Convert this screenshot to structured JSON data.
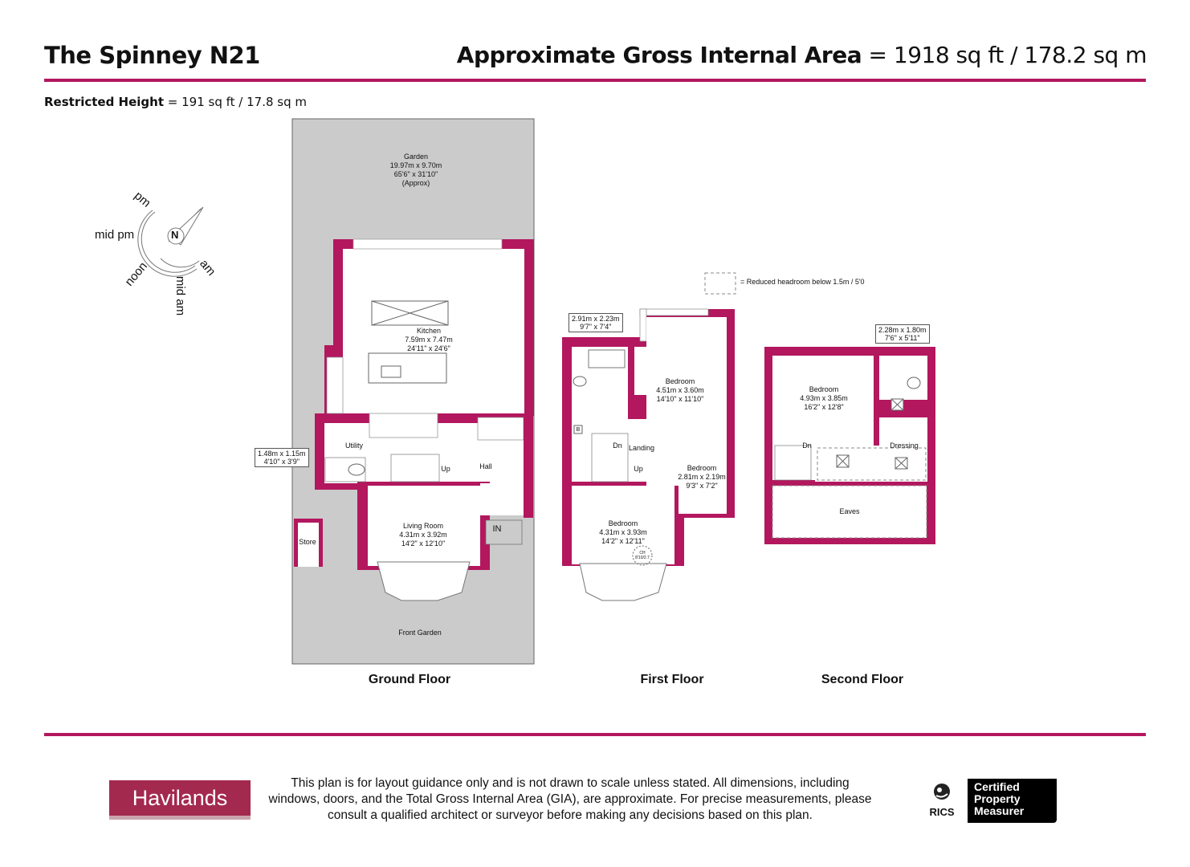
{
  "header": {
    "title": "The Spinney N21",
    "gia_label": "Approximate Gross Internal Area",
    "gia_value": " = 1918 sq ft / 178.2 sq m",
    "restricted_label": "Restricted Height",
    "restricted_value": " = 191 sq ft / 17.8 sq m"
  },
  "colors": {
    "wall": "#b3175e",
    "garden": "#cbcbcb",
    "brand": "#a3294f"
  },
  "compass": {
    "north": "N",
    "labels": [
      "pm",
      "mid pm",
      "noon",
      "mid am",
      "am"
    ]
  },
  "legend": {
    "text": "= Reduced headroom below 1.5m / 5'0"
  },
  "ground_floor": {
    "name": "Ground Floor",
    "garden": {
      "name": "Garden",
      "metric": "19.97m x 9.70m",
      "imperial": "65'6\" x 31'10\"",
      "note": "(Approx)"
    },
    "kitchen": {
      "name": "Kitchen",
      "metric": "7.59m x 7.47m",
      "imperial": "24'11\" x 24'6\""
    },
    "utility": {
      "name": "Utility"
    },
    "wc_dims": {
      "metric": "1.48m x 1.15m",
      "imperial": "4'10\" x 3'9\""
    },
    "hall": {
      "name": "Hall"
    },
    "stairs_up": "Up",
    "living": {
      "name": "Living Room",
      "metric": "4.31m x 3.92m",
      "imperial": "14'2\" x 12'10\""
    },
    "store": {
      "name": "Store"
    },
    "entrance": "IN",
    "front_garden": {
      "name": "Front Garden"
    }
  },
  "first_floor": {
    "name": "First Floor",
    "bath_dims": {
      "metric": "2.91m x 2.23m",
      "imperial": "9'7\" x 7'4\""
    },
    "bedroom_rear": {
      "name": "Bedroom",
      "metric": "4.51m x 3.60m",
      "imperial": "14'10\" x 11'10\""
    },
    "landing": {
      "name": "Landing"
    },
    "stairs_down": "Dn",
    "stairs_up": "Up",
    "boiler": "B",
    "bedroom_small": {
      "name": "Bedroom",
      "metric": "2.81m x 2.19m",
      "imperial": "9'3\" x 7'2\""
    },
    "bedroom_front": {
      "name": "Bedroom",
      "metric": "4.31m x 3.93m",
      "imperial": "14'2\" x 12'11\""
    },
    "ceiling_height": {
      "label": "CH",
      "value": "8'10/2.7"
    }
  },
  "second_floor": {
    "name": "Second Floor",
    "ensuite_dims": {
      "metric": "2.28m x 1.80m",
      "imperial": "7'6\" x 5'11\""
    },
    "bedroom": {
      "name": "Bedroom",
      "metric": "4.93m x 3.85m",
      "imperial": "16'2\" x 12'8\""
    },
    "stairs_down": "Dn",
    "dressing": {
      "name": "Dressing"
    },
    "eaves": {
      "name": "Eaves"
    }
  },
  "footer": {
    "brand": "Havilands",
    "disclaimer": "This plan is for layout guidance only and is not drawn to scale unless stated. All dimensions, including windows, doors, and the Total Gross Internal Area (GIA), are approximate. For precise measurements, please consult a qualified architect or surveyor before making any decisions based on this plan.",
    "rics": "RICS",
    "certified": [
      "Certified",
      "Property",
      "Measurer"
    ]
  }
}
